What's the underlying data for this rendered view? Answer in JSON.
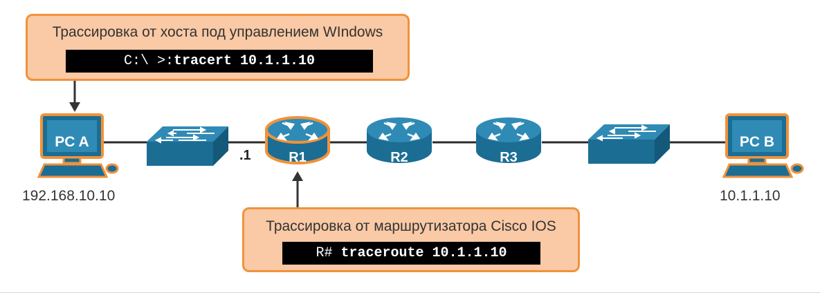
{
  "callouts": {
    "windows": {
      "title": "Трассировка от хоста под управлением WIndows",
      "prompt": "C:\\ >:",
      "command": "tracert 10.1.1.10"
    },
    "cisco": {
      "title": "Трассировка от маршрутизатора Cisco IOS",
      "prompt": "R# ",
      "command": "traceroute 10.1.1.10"
    }
  },
  "devices": {
    "pc_a": {
      "label": "PC A",
      "ip": "192.168.10.10"
    },
    "pc_b": {
      "label": "PC B",
      "ip": "10.1.1.10"
    },
    "r1": {
      "label": "R1",
      "interface": ".1"
    },
    "r2": {
      "label": "R2"
    },
    "r3": {
      "label": "R3"
    }
  },
  "colors": {
    "callout_fill": "#fac9a5",
    "callout_border": "#f0923b",
    "device_blue": "#1b6d93",
    "device_light": "#2f8bb5",
    "highlight_orange": "#f0923b",
    "terminal_bg": "#000000"
  }
}
